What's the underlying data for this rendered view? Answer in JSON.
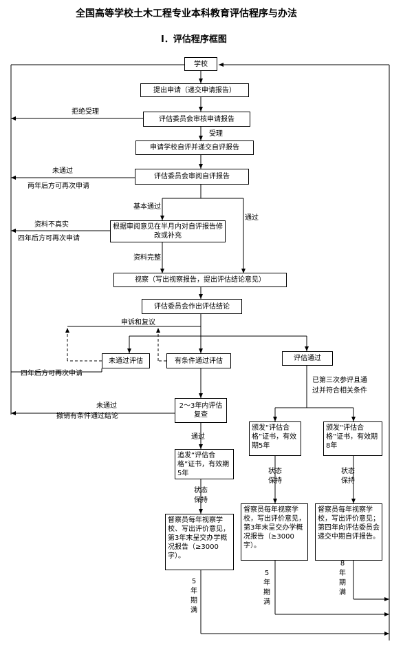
{
  "title": "全国高等学校土木工程专业本科教育评估程序与办法",
  "subtitle": "I．评估程序框图",
  "boxes": {
    "school": "学校",
    "apply": "提出申请（递交申请报告）",
    "review_apply": "评估委员会审核申请报告",
    "self_eval": "申请学校自评并递交自评报告",
    "review_self": "评估委员会审阅自评报告",
    "revise": "根据审阅意见在半月内对自评报告修改或补充",
    "inspect": "视察（写出视察报告，提出评估结论意见）",
    "conclusion": "评估委员会作出评估结论",
    "fail": "未通过评估",
    "conditional": "有条件通过评估",
    "pass": "评估通过",
    "recheck": "2～3年内评估复查",
    "cert5_conditional": "追发“评估合格”证书，有效期5年",
    "cert5": "颁发“评估合格”证书，有效期5年",
    "cert8": "颁发“评估合格”证书，有效期8年",
    "supervise_a": "督察员每年视察学校、写出评价意见，第3年末呈交办学概况报告（≥3000字）。",
    "supervise_b": "督察员每年视察学校，写出评价意见，第3年末呈交办学概况报告（≥3000字）。",
    "supervise_c": "督察员每年视察学校，写出评价意见；第四年向评估委员会递交中期自评报告。"
  },
  "labels": {
    "reject": "拒绝受理",
    "accepted": "受理",
    "not_passed": "未通过",
    "reapply_2y": "两年后方可再次申请",
    "basic_pass": "基本通过",
    "passed": "通过",
    "untrue": "资料不真实",
    "reapply_4y": "四年后方可再次申请",
    "complete": "资料完整",
    "appeal": "申诉和复议",
    "reapply_4y_b": "四年后方可再次申请",
    "third_line1": "已第三次参评且通",
    "third_line2": "过并符合相关条件",
    "not_passed_b": "未通过",
    "revoke": "撤销有条件通过结论",
    "passed_b": "通过",
    "keep": "状态保持",
    "expire": "5年期满",
    "expire8": "8年期满"
  }
}
